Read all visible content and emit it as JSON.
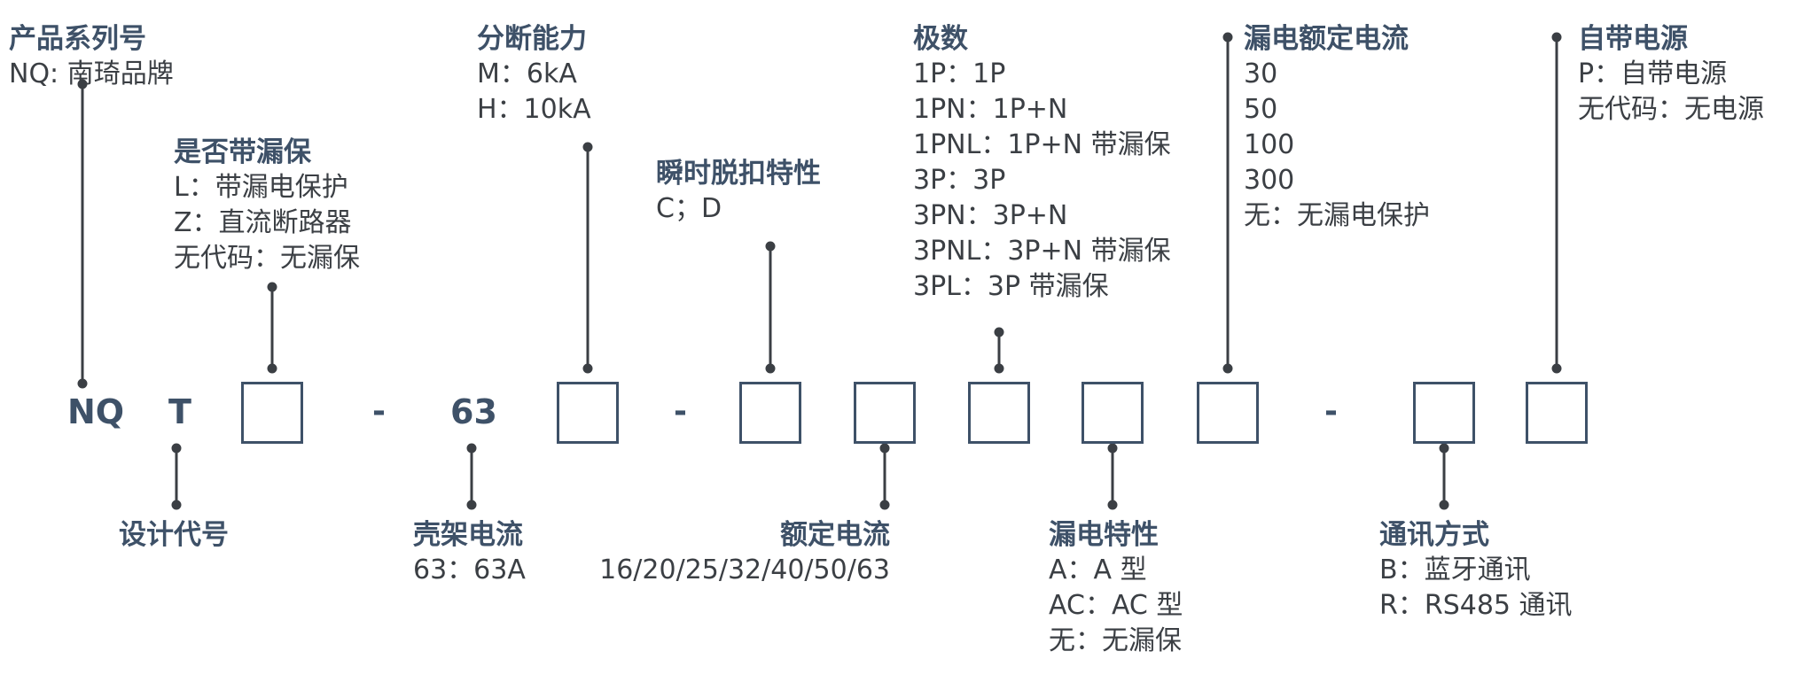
{
  "diagram": {
    "codes": {
      "series": "NQ",
      "design": "T",
      "frame": "63",
      "dash": "-"
    },
    "top": [
      {
        "key": "series",
        "title": "产品系列号",
        "lines": [
          "NQ: 南琦品牌"
        ]
      },
      {
        "key": "leakage_opt",
        "title": "是否带漏保",
        "lines": [
          "L：带漏电保护",
          "Z：直流断路器",
          "无代码：无漏保"
        ]
      },
      {
        "key": "breaking",
        "title": "分断能力",
        "lines": [
          "M：6kA",
          "H：10kA"
        ]
      },
      {
        "key": "trip",
        "title": "瞬时脱扣特性",
        "lines": [
          "C；D"
        ]
      },
      {
        "key": "poles",
        "title": "极数",
        "lines": [
          "1P：1P",
          "1PN：1P+N",
          "1PNL：1P+N 带漏保",
          "3P：3P",
          "3PN：3P+N",
          "3PNL：3P+N 带漏保",
          "3PL：3P 带漏保"
        ]
      },
      {
        "key": "rated_leak",
        "title": "漏电额定电流",
        "lines": [
          "30",
          "50",
          "100",
          "300",
          "无：无漏电保护"
        ]
      },
      {
        "key": "power",
        "title": "自带电源",
        "lines": [
          "P：自带电源",
          "无代码：无电源"
        ]
      }
    ],
    "bottom": [
      {
        "key": "design",
        "title": "设计代号",
        "lines": []
      },
      {
        "key": "frame",
        "title": "壳架电流",
        "lines": [
          "63：63A"
        ]
      },
      {
        "key": "rated",
        "title": "额定电流",
        "lines": [
          "16/20/25/32/40/50/63"
        ]
      },
      {
        "key": "leak_char",
        "title": "漏电特性",
        "lines": [
          "A：A 型",
          "AC：AC 型",
          "无：无漏保"
        ]
      },
      {
        "key": "comm",
        "title": "通讯方式",
        "lines": [
          "B：蓝牙通讯",
          "R：RS485 通讯"
        ]
      }
    ]
  }
}
